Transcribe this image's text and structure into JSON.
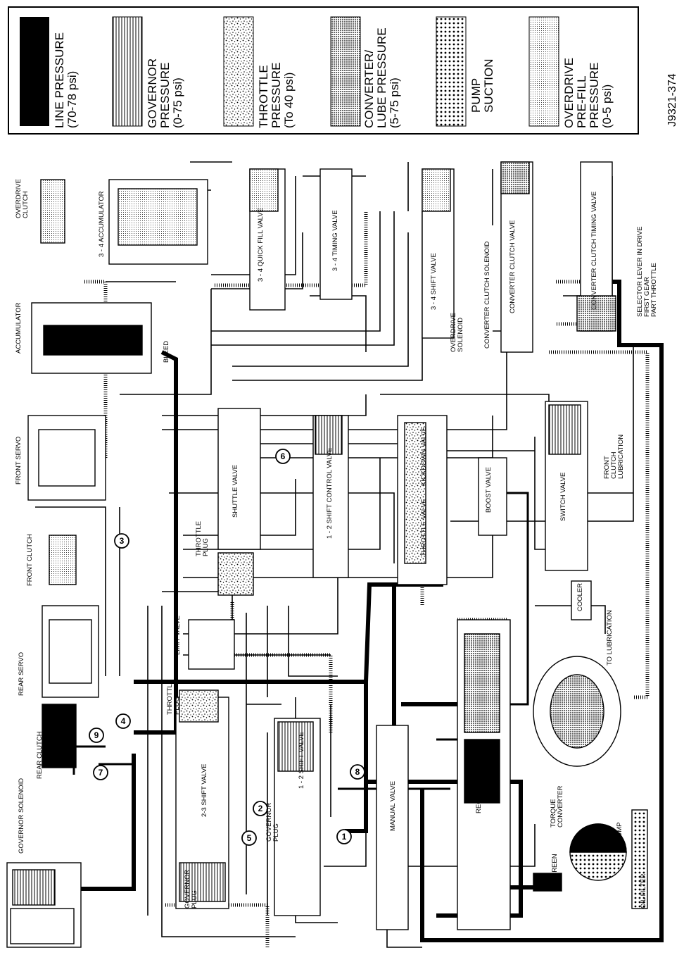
{
  "ref_code": "J9321-374",
  "legend": [
    {
      "label": [
        "LINE PRESSURE",
        "(70-78 psi)"
      ],
      "swatch": "solid"
    },
    {
      "label": [
        "GOVERNOR",
        "PRESSURE",
        "(0-75 psi)"
      ],
      "swatch": "vertical-lines"
    },
    {
      "label": [
        "THROTTLE",
        "PRESSURE",
        "(To 40 psi)"
      ],
      "swatch": "speckle"
    },
    {
      "label": [
        "CONVERTER/",
        "LUBE PRESSURE",
        "(5-75 psi)"
      ],
      "swatch": "dense-dots"
    },
    {
      "label": [
        "PUMP",
        "SUCTION"
      ],
      "swatch": "sparse-dots"
    },
    {
      "label": [
        "OVERDRIVE",
        "PRE-FILL",
        "PRESSURE",
        "(0-5 psi)"
      ],
      "swatch": "fine-dots"
    }
  ],
  "components": {
    "overdrive_clutch": [
      "OVERDRIVE",
      "CLUTCH"
    ],
    "accumulator_34": "3 - 4 ACCUMULATOR",
    "accumulator": "ACCUMULATOR",
    "bleed": "BLEED",
    "front_servo": "FRONT SERVO",
    "front_clutch": "FRONT CLUTCH",
    "rear_servo": "REAR SERVO",
    "rear_clutch": "REAR CLUTCH",
    "governor_solenoid": "GOVERNOR SOLENOID",
    "quick_fill_valve": "3 - 4 QUICK FILL VALVE",
    "timing_valve_34": "3 - 4 TIMING VALVE",
    "shift_valve_34": "3 - 4 SHIFT VALVE",
    "overdrive_solenoid": [
      "OVERDRIVE",
      "SOLENOID"
    ],
    "converter_clutch_solenoid": "CONVERTER CLUTCH SOLENOID",
    "converter_clutch_valve": "CONVERTER CLUTCH VALVE",
    "converter_clutch_timing_valve": "CONVERTER CLUTCH TIMING VALVE",
    "selector_note": [
      "SELECTOR LEVER IN DRIVE",
      "FIRST GEAR",
      "PART THROTTLE"
    ],
    "shuttle_valve": "SHUTTLE VALVE",
    "throttle_plug_upper": [
      "THROTTLE",
      "PLUG"
    ],
    "shift_control_valve_12": "1 - 2 SHIFT CONTROL VALVE",
    "kickdown_valve": "KICKDOWN VALVE",
    "throttle_valve": "THROTTLE VALVE",
    "boost_valve": "BOOST VALVE",
    "switch_valve": "SWITCH VALVE",
    "front_clutch_lubrication": [
      "FRONT",
      "CLUTCH",
      "LUBRICATION"
    ],
    "cooler": "COOLER",
    "to_lubrication": "TO LUBRICATION",
    "limit_valve": "LIMIT VALVE",
    "throttle_plug_lower": [
      "THROTTLE",
      "PLUG"
    ],
    "shift_valve_23": "2-3 SHIFT VALVE",
    "shift_valve_12": "1 - 2 SHIFT VALVE",
    "governor_plug_left": [
      "GOVERNOR",
      "PLUG"
    ],
    "governor_plug_mid": [
      "GOVERNOR",
      "PLUG"
    ],
    "manual_valve": "MANUAL VALVE",
    "regulator_valve": "REGULATOR VALVE",
    "torque_converter": [
      "TORQUE",
      "CONVERTER"
    ],
    "screen": "SCREEN",
    "pump": "PUMP",
    "oil_filter": "OIL FILTER"
  },
  "callouts": [
    "1",
    "2",
    "3",
    "4",
    "5",
    "6",
    "7",
    "8",
    "9"
  ]
}
